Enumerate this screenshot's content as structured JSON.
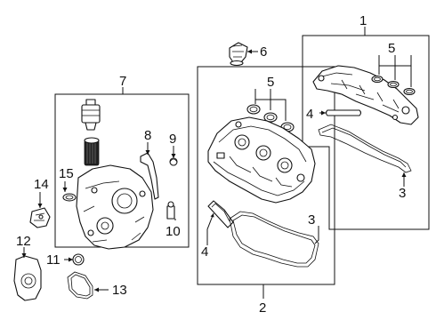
{
  "callouts": [
    {
      "id": "1",
      "text": "1"
    },
    {
      "id": "2",
      "text": "2"
    },
    {
      "id": "3a",
      "text": "3"
    },
    {
      "id": "3b",
      "text": "3"
    },
    {
      "id": "4a",
      "text": "4"
    },
    {
      "id": "4b",
      "text": "4"
    },
    {
      "id": "5a",
      "text": "5"
    },
    {
      "id": "5b",
      "text": "5"
    },
    {
      "id": "6",
      "text": "6"
    },
    {
      "id": "7",
      "text": "7"
    },
    {
      "id": "8",
      "text": "8"
    },
    {
      "id": "9",
      "text": "9"
    },
    {
      "id": "10",
      "text": "10"
    },
    {
      "id": "11",
      "text": "11"
    },
    {
      "id": "12",
      "text": "12"
    },
    {
      "id": "13",
      "text": "13"
    },
    {
      "id": "14",
      "text": "14"
    },
    {
      "id": "15",
      "text": "15"
    }
  ]
}
